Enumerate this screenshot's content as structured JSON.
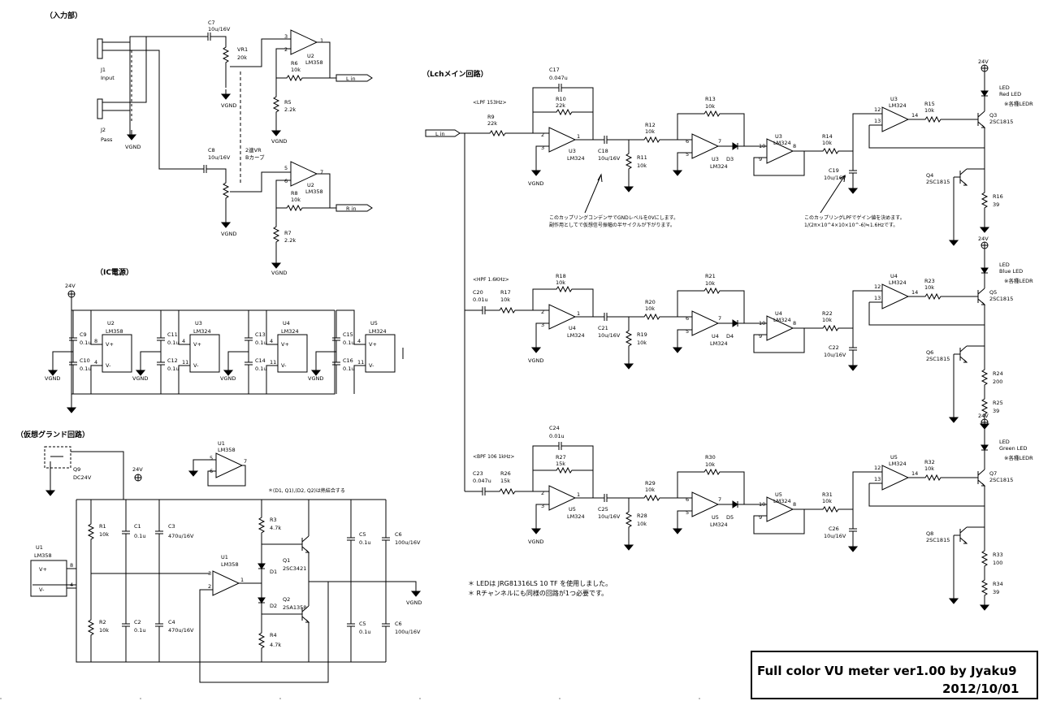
{
  "title_block": {
    "line1": "Full color VU meter ver1.00 by Jyaku9",
    "line2": "2012/10/01"
  },
  "sections": {
    "input": "（入力部）",
    "power": "（IC電源）",
    "vgnd": "（仮想グランド回路）",
    "main": "（Lchメイン回路）"
  },
  "input_section": {
    "j1": "J1",
    "j1_desc": "Input",
    "j2": "J2",
    "j2_desc": "Pass",
    "c7": "C7",
    "c7_val": "10u/16V",
    "c8": "C8",
    "c8_val": "10u/16V",
    "vr1": "VR1",
    "vr1_val": "20k",
    "vr_note": "2連VR",
    "vr_note2": "Bカーブ",
    "u2": "U2",
    "u2_part": "LM358",
    "r6": "R6",
    "r6_val": "10k",
    "r5": "R5",
    "r5_val": "2.2k",
    "r8": "R8",
    "r8_val": "10k",
    "r7": "R7",
    "r7_val": "2.2k",
    "lin": "L in",
    "rin": "R in",
    "vgnd": "VGND",
    "pin3": "3",
    "pin2": "2",
    "pin1": "1",
    "pin5": "5",
    "pin6": "6",
    "pin7": "7"
  },
  "power_section": {
    "v24": "24V",
    "c9": "C9",
    "c10": "C10",
    "c11": "C11",
    "c12": "C12",
    "c13": "C13",
    "c14": "C14",
    "c15": "C15",
    "c16": "C16",
    "cap_val": "0.1u",
    "u2": "U2",
    "u2_part": "LM358",
    "u3": "U3",
    "u3_part": "LM324",
    "u4": "U4",
    "u4_part": "LM324",
    "u5": "U5",
    "u5_part": "LM324",
    "vplus": "V+",
    "vminus": "V-",
    "pin8": "8",
    "pin4": "4",
    "pin11": "11",
    "vgnd": "VGND"
  },
  "vgnd_section": {
    "q9": "Q9",
    "q9_val": "DC24V",
    "v24": "24V",
    "u1": "U1",
    "u1_part": "LM358",
    "r1": "R1",
    "r1_val": "10k",
    "r2": "R2",
    "r2_val": "10k",
    "c1": "C1",
    "c1_val": "0.1u",
    "c2": "C2",
    "c2_val": "0.1u",
    "c3": "C3",
    "c3_val": "470u/16V",
    "c4": "C4",
    "c4_val": "470u/16V",
    "r3": "R3",
    "r3_val": "4.7k",
    "r4": "R4",
    "r4_val": "4.7k",
    "d1": "D1",
    "d2": "D2",
    "q1": "Q1",
    "q1_part": "2SC3421",
    "q2": "Q2",
    "q2_part": "2SA1358",
    "c5": "C5",
    "c5_val": "0.1u",
    "c6": "C6",
    "c6_val": "100u/16V",
    "vgnd": "VGND",
    "note": "＊(D1, Q1),(D2, Q2)は熱結合する",
    "pin8": "8",
    "pin4": "4",
    "pin3": "3",
    "pin2": "2",
    "pin1": "1",
    "pin5": "5",
    "pin6": "6",
    "pin7": "7",
    "vplus": "V+",
    "vminus": "V-"
  },
  "main_section": {
    "lin": "L in",
    "lpf_label": "<LPF 153Hz>",
    "hpf_label": "<HPF 1.6KHz>",
    "bpf_label": "<BPF 106  1kHz>",
    "vgnd": "VGND",
    "v24": "24V",
    "note_cap1": "このカップリングコンデンサでGNDレベルを0Vにします。",
    "note_cap2": "副作用としてで仮想信号振幅の半サイクルが下がります。",
    "note_lpf1": "このカップリングLPFでゲイン値を決めます。",
    "note_lpf2": "1/(2π×10^4×10×10^-6)≒1.6Hzです。",
    "foot1": "＊ LEDは JRG81316LS 10 TF を使用しました。",
    "foot2": "＊ Rチャンネルにも同様の回路が1つ必要です。",
    "led_note": "※各種LEDR",
    "rows": [
      {
        "cin": "C17",
        "cin_val": "0.047u",
        "rf": "R10",
        "rf_val": "22k",
        "rin": "R9",
        "rin_val": "22k",
        "u_a": "U3",
        "u_a_part": "LM324",
        "c_cpl": "C18",
        "c_cpl_val": "10u/16V",
        "r_pd": "R11",
        "r_pd_val": "10k",
        "r_in2": "R12",
        "r_in2_val": "10k",
        "r_fb2": "R13",
        "r_fb2_val": "10k",
        "u_b": "U3",
        "u_b_part": "LM324",
        "d": "D3",
        "u_c": "U3",
        "u_c_part": "LM324",
        "r_lp": "R14",
        "r_lp_val": "10k",
        "c_lp": "C19",
        "c_lp_val": "10u/16V",
        "u_d": "U3",
        "u_d_part": "LM324",
        "r_b": "R15",
        "r_b_val": "10k",
        "q_top": "Q3",
        "q_top_part": "2SC1815",
        "q_bot": "Q4",
        "q_bot_part": "2SC1815",
        "r_e": "R16",
        "r_e_val": "39",
        "led": "LED",
        "led_color": "Red LED",
        "pins": [
          "2",
          "3",
          "1",
          "6",
          "5",
          "7",
          "10",
          "9",
          "8",
          "12",
          "13",
          "14"
        ]
      },
      {
        "cin": "C20",
        "cin_val": "0.01u",
        "rf": "R18",
        "rf_val": "10k",
        "rin": "R17",
        "rin_val": "10k",
        "u_a": "U4",
        "u_a_part": "LM324",
        "c_cpl": "C21",
        "c_cpl_val": "10u/16V",
        "r_pd": "R19",
        "r_pd_val": "10k",
        "r_in2": "R20",
        "r_in2_val": "10k",
        "r_fb2": "R21",
        "r_fb2_val": "10k",
        "u_b": "U4",
        "u_b_part": "LM324",
        "d": "D4",
        "u_c": "U4",
        "u_c_part": "LM324",
        "r_lp": "R22",
        "r_lp_val": "10k",
        "c_lp": "C22",
        "c_lp_val": "10u/16V",
        "u_d": "U4",
        "u_d_part": "LM324",
        "r_b": "R23",
        "r_b_val": "10k",
        "q_top": "Q5",
        "q_top_part": "2SC1815",
        "q_bot": "Q6",
        "q_bot_part": "2SC1815",
        "r_e": "R24",
        "r_e_val": "200",
        "r_e2": "R25",
        "r_e2_val": "39",
        "led": "LED",
        "led_color": "Blue LED",
        "pins": [
          "2",
          "3",
          "1",
          "6",
          "5",
          "7",
          "10",
          "9",
          "8",
          "12",
          "13",
          "14"
        ]
      },
      {
        "cin": "C23",
        "cin_val": "0.047u",
        "cf": "C24",
        "cf_val": "0.01u",
        "rf": "R27",
        "rf_val": "15k",
        "rin": "R26",
        "rin_val": "15k",
        "u_a": "U5",
        "u_a_part": "LM324",
        "c_cpl": "C25",
        "c_cpl_val": "10u/16V",
        "r_pd": "R28",
        "r_pd_val": "10k",
        "r_in2": "R29",
        "r_in2_val": "10k",
        "r_fb2": "R30",
        "r_fb2_val": "10k",
        "u_b": "U5",
        "u_b_part": "LM324",
        "d": "D5",
        "u_c": "U5",
        "u_c_part": "LM324",
        "r_lp": "R31",
        "r_lp_val": "10k",
        "c_lp": "C26",
        "c_lp_val": "10u/16V",
        "u_d": "U5",
        "u_d_part": "LM324",
        "r_b": "R32",
        "r_b_val": "10k",
        "q_top": "Q7",
        "q_top_part": "2SC1815",
        "q_bot": "Q8",
        "q_bot_part": "2SC1815",
        "r_e": "R33",
        "r_e_val": "100",
        "r_e2": "R34",
        "r_e2_val": "39",
        "led": "LED",
        "led_color": "Green LED",
        "pins": [
          "2",
          "3",
          "1",
          "6",
          "5",
          "7",
          "10",
          "9",
          "8",
          "12",
          "13",
          "14"
        ]
      }
    ]
  }
}
